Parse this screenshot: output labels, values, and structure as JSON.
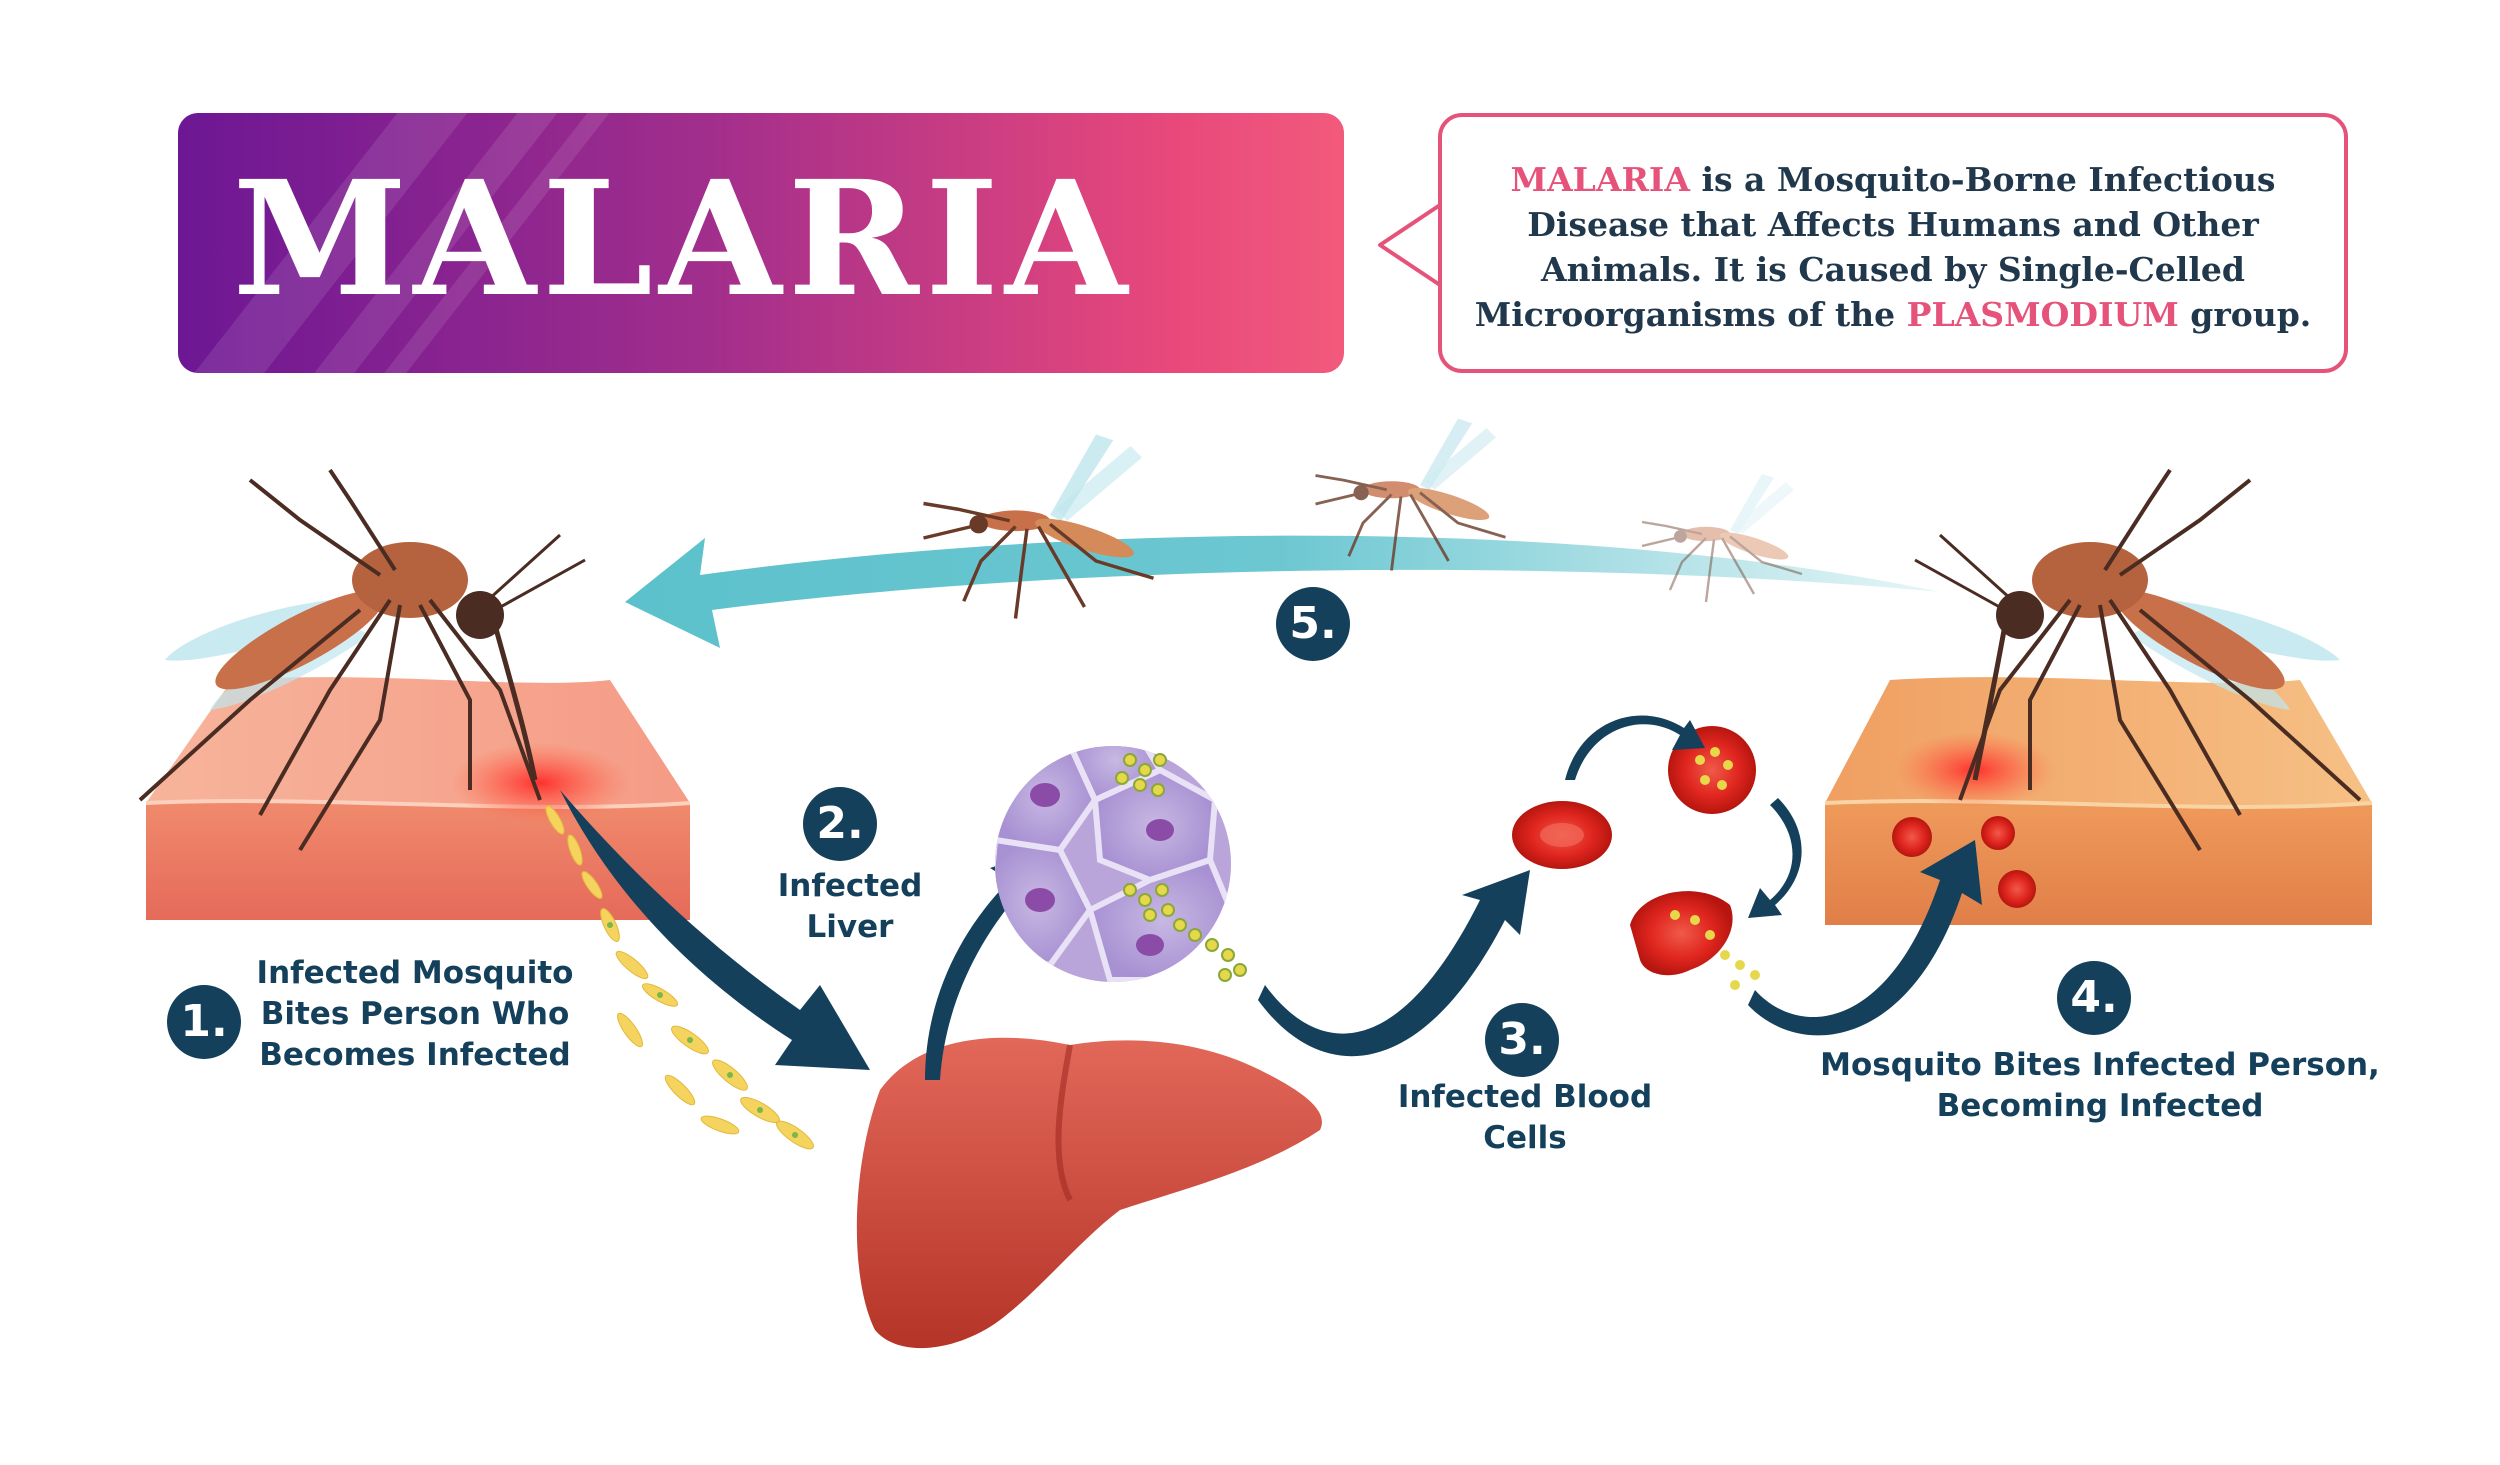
{
  "title": "MALARIA",
  "definition": {
    "keyword": "MALARIA",
    "text_part1": " is a Mosquito-Borne Infectious Disease that Affects Humans and Other Animals. It is Caused by Single-Celled Microorganisms of the ",
    "keyword2": "PLASMODIUM",
    "text_part2": " group."
  },
  "steps": [
    {
      "number": "1.",
      "lines": [
        "Infected Mosquito",
        "Bites Person Who",
        "Becomes Infected"
      ]
    },
    {
      "number": "2.",
      "lines": [
        "Infected",
        "Liver"
      ]
    },
    {
      "number": "3.",
      "lines": [
        "Infected Blood",
        "Cells"
      ]
    },
    {
      "number": "4.",
      "lines": [
        "Mosquito Bites Infected Person,",
        "Becoming Infected"
      ]
    },
    {
      "number": "5."
    }
  ],
  "colors": {
    "banner_start": "#6d1794",
    "banner_end": "#f25a7c",
    "accent": "#e6537a",
    "navy": "#14405b",
    "cyan_arrow": "#5cc1cc",
    "skin_light": "#f6a88b",
    "skin_tan": "#f2a866",
    "liver": "#c9473a",
    "blood_cell": "#d9241f"
  }
}
